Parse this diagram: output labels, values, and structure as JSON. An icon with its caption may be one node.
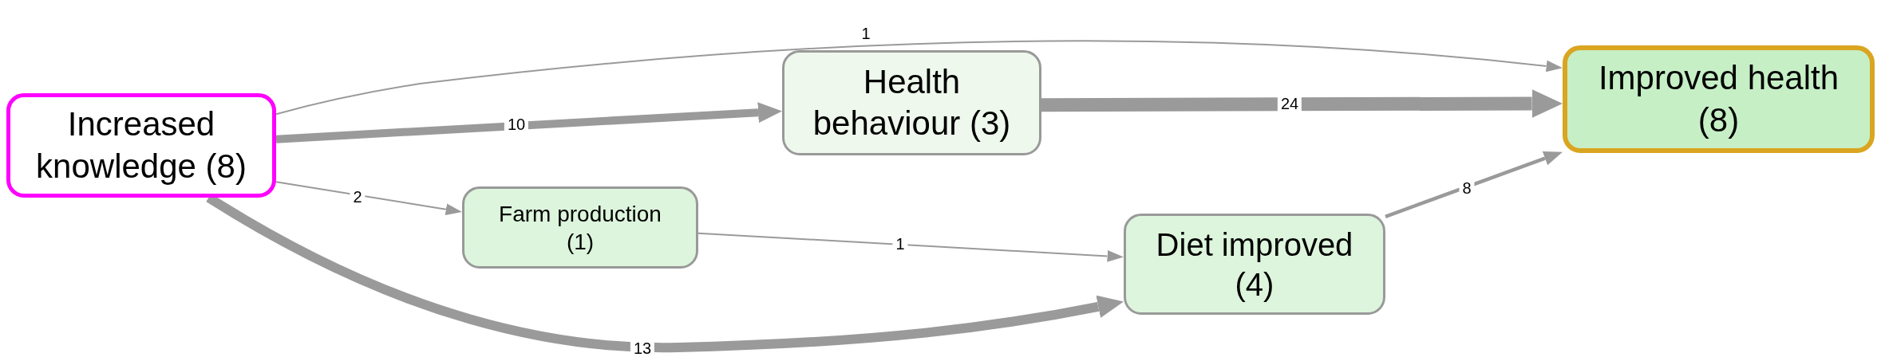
{
  "diagram": {
    "nodes": [
      {
        "text": [
          "Increased knowledge (8)"
        ]
      },
      {
        "text": [
          "Health behaviour (3)"
        ]
      },
      {
        "text": [
          "Improved health (8)"
        ]
      },
      {
        "text": [
          "Farm production (1)"
        ]
      },
      {
        "text": [
          "Diet improved (4)"
        ]
      }
    ],
    "edges": [
      {
        "from": 0,
        "to": 2,
        "arrow": "to",
        "label": "1"
      },
      {
        "from": 0,
        "to": 1,
        "arrow": "to",
        "label": "10",
        "style": "thick"
      },
      {
        "from": 1,
        "to": 2,
        "arrow": "to",
        "label": "24",
        "style": "thick"
      },
      {
        "from": 0,
        "to": 3,
        "arrow": "to",
        "label": "2"
      },
      {
        "from": 3,
        "to": 4,
        "arrow": "to",
        "label": "1"
      },
      {
        "from": 0,
        "to": 4,
        "arrow": "to",
        "label": "13",
        "style": "thick"
      },
      {
        "from": 4,
        "to": 2,
        "arrow": "to",
        "label": "8"
      }
    ]
  }
}
